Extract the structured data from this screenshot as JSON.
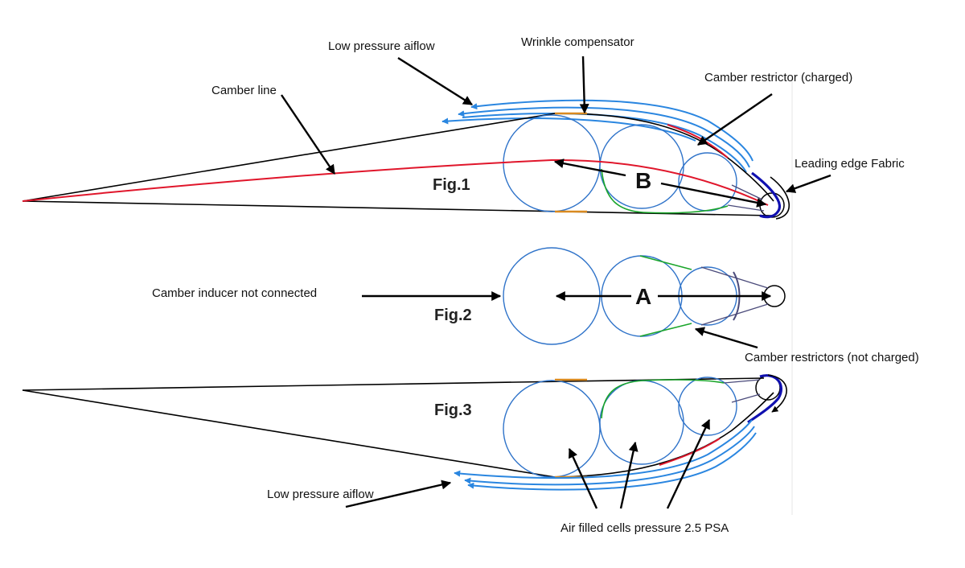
{
  "figures": {
    "fig1": {
      "label": "Fig.1",
      "dimension_label": "B"
    },
    "fig2": {
      "label": "Fig.2",
      "dimension_label": "A"
    },
    "fig3": {
      "label": "Fig.3"
    }
  },
  "annotations": {
    "low_pressure_top": "Low pressure aiflow",
    "wrinkle_compensator": "Wrinkle compensator",
    "camber_restrictor_charged": "Camber restrictor (charged)",
    "camber_line": "Camber line",
    "leading_edge_fabric": "Leading edge Fabric",
    "camber_inducer": "Camber inducer not connected",
    "camber_restrictors_not_charged": "Camber restrictors (not charged)",
    "low_pressure_bottom": "Low pressure aiflow",
    "air_filled_cells": "Air filled cells pressure 2.5 PSA"
  },
  "colors": {
    "outline": "#000000",
    "cells": "#2f73c9",
    "airflow": "#2a86e0",
    "camber_line": "#e0162b",
    "restrictor": "#1aa52a",
    "leading_edge": "#1010b0",
    "wrinkle": "#d98a20"
  }
}
